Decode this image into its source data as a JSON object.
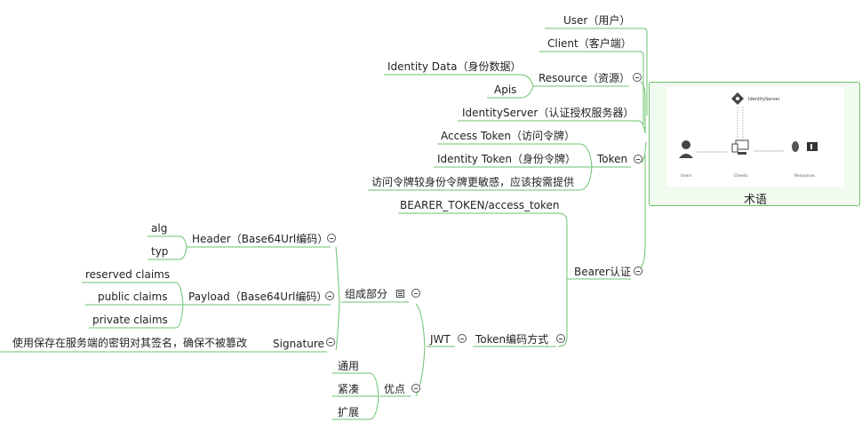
{
  "root": {
    "title": "术语",
    "image_labels": [
      "IdentityServer",
      "Users",
      "Clients",
      "Resources"
    ]
  },
  "nodes": {
    "user": "User（用户）",
    "client": "Client（客户端）",
    "resource": "Resource（资源）",
    "identity_data": "Identity Data（身份数据）",
    "apis": "Apis",
    "identity_server": "IdentityServer（认证授权服务器）",
    "token": "Token",
    "access_token": "Access Token（访问令牌）",
    "identity_token": "Identity Token（身份令牌）",
    "token_note": "访问令牌较身份令牌更敏感，应该按需提供",
    "bearer": "Bearer认证",
    "bearer_token": "BEARER_TOKEN/access_token",
    "token_encoding": "Token编码方式",
    "jwt": "JWT",
    "composition": "组成部分",
    "header": "Header（Base64Url编码）",
    "alg": "alg",
    "typ": "typ",
    "payload": "Payload（Base64Url编码）",
    "reserved_claims": "reserved claims",
    "public_claims": "public claims",
    "private_claims": "private claims",
    "signature": "Signature",
    "signature_note": "使用保存在服务端的密钥对其签名，确保不被篡改",
    "advantages": "优点",
    "adv_general": "通用",
    "adv_compact": "紧凑",
    "adv_extensible": "扩展"
  },
  "colors": {
    "branch": "#6cc16c",
    "root_border": "#6cc16c",
    "root_fill": "#f1fbef"
  }
}
